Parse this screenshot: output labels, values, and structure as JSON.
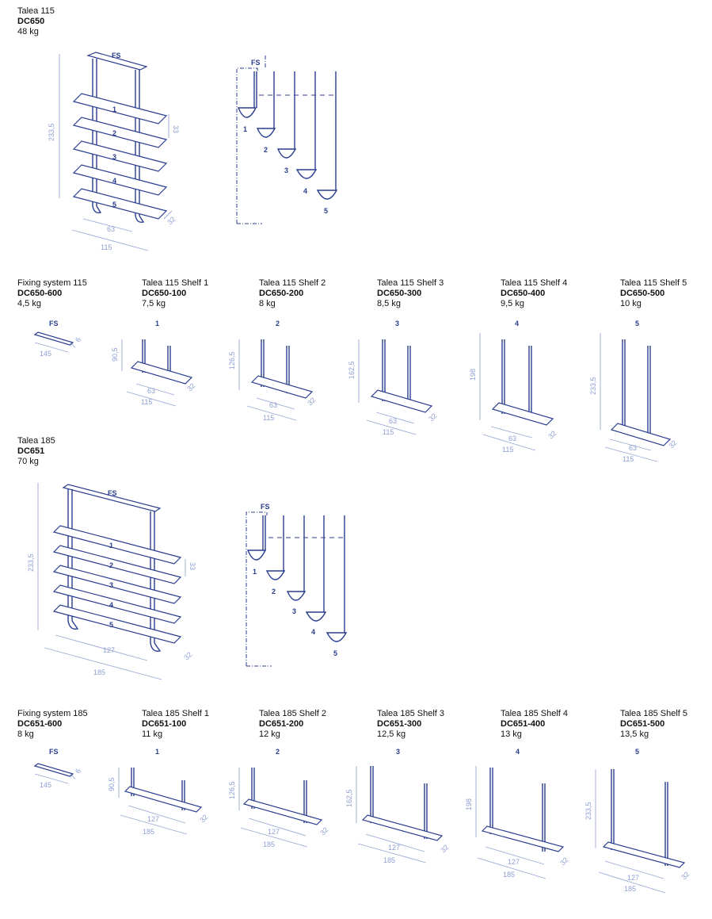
{
  "products": {
    "t115": {
      "name": "Talea 115",
      "code": "DC650",
      "weight": "48 kg"
    },
    "t185": {
      "name": "Talea 185",
      "code": "DC651",
      "weight": "70 kg"
    }
  },
  "row115": [
    {
      "name": "Fixing system 115",
      "code": "DC650-600",
      "weight": "4,5 kg",
      "tag": "FS"
    },
    {
      "name": "Talea 115 Shelf 1",
      "code": "DC650-100",
      "weight": "7,5 kg",
      "tag": "1",
      "height": "90,5"
    },
    {
      "name": "Talea 115 Shelf 2",
      "code": "DC650-200",
      "weight": "8 kg",
      "tag": "2",
      "height": "126,5"
    },
    {
      "name": "Talea 115 Shelf 3",
      "code": "DC650-300",
      "weight": "8,5 kg",
      "tag": "3",
      "height": "162,5"
    },
    {
      "name": "Talea 115 Shelf 4",
      "code": "DC650-400",
      "weight": "9,5 kg",
      "tag": "4",
      "height": "198"
    },
    {
      "name": "Talea 115 Shelf 5",
      "code": "DC650-500",
      "weight": "10 kg",
      "tag": "5",
      "height": "233,5"
    }
  ],
  "row185": [
    {
      "name": "Fixing system 185",
      "code": "DC651-600",
      "weight": "8 kg",
      "tag": "FS"
    },
    {
      "name": "Talea 185 Shelf 1",
      "code": "DC651-100",
      "weight": "11 kg",
      "tag": "1",
      "height": "90,5"
    },
    {
      "name": "Talea 185 Shelf 2",
      "code": "DC651-200",
      "weight": "12 kg",
      "tag": "2",
      "height": "126,5"
    },
    {
      "name": "Talea 185 Shelf 3",
      "code": "DC651-300",
      "weight": "12,5 kg",
      "tag": "3",
      "height": "162,5"
    },
    {
      "name": "Talea 185 Shelf 4",
      "code": "DC651-400",
      "weight": "13 kg",
      "tag": "4",
      "height": "198"
    },
    {
      "name": "Talea 185 Shelf 5",
      "code": "DC651-500",
      "weight": "13,5 kg",
      "tag": "5",
      "height": "233,5"
    }
  ],
  "dims": {
    "h_total": "233,5",
    "spacing": "33",
    "depth": "32",
    "width115": "115",
    "width185": "185",
    "inner115": "63",
    "inner185": "127",
    "fs115": "145",
    "fs_h": "6",
    "fs_d": "7"
  },
  "labels": {
    "fs": "FS",
    "n1": "1",
    "n2": "2",
    "n3": "3",
    "n4": "4",
    "n5": "5"
  },
  "colors": {
    "line": "#2a3d8f",
    "dimension": "#8e9fd2"
  }
}
